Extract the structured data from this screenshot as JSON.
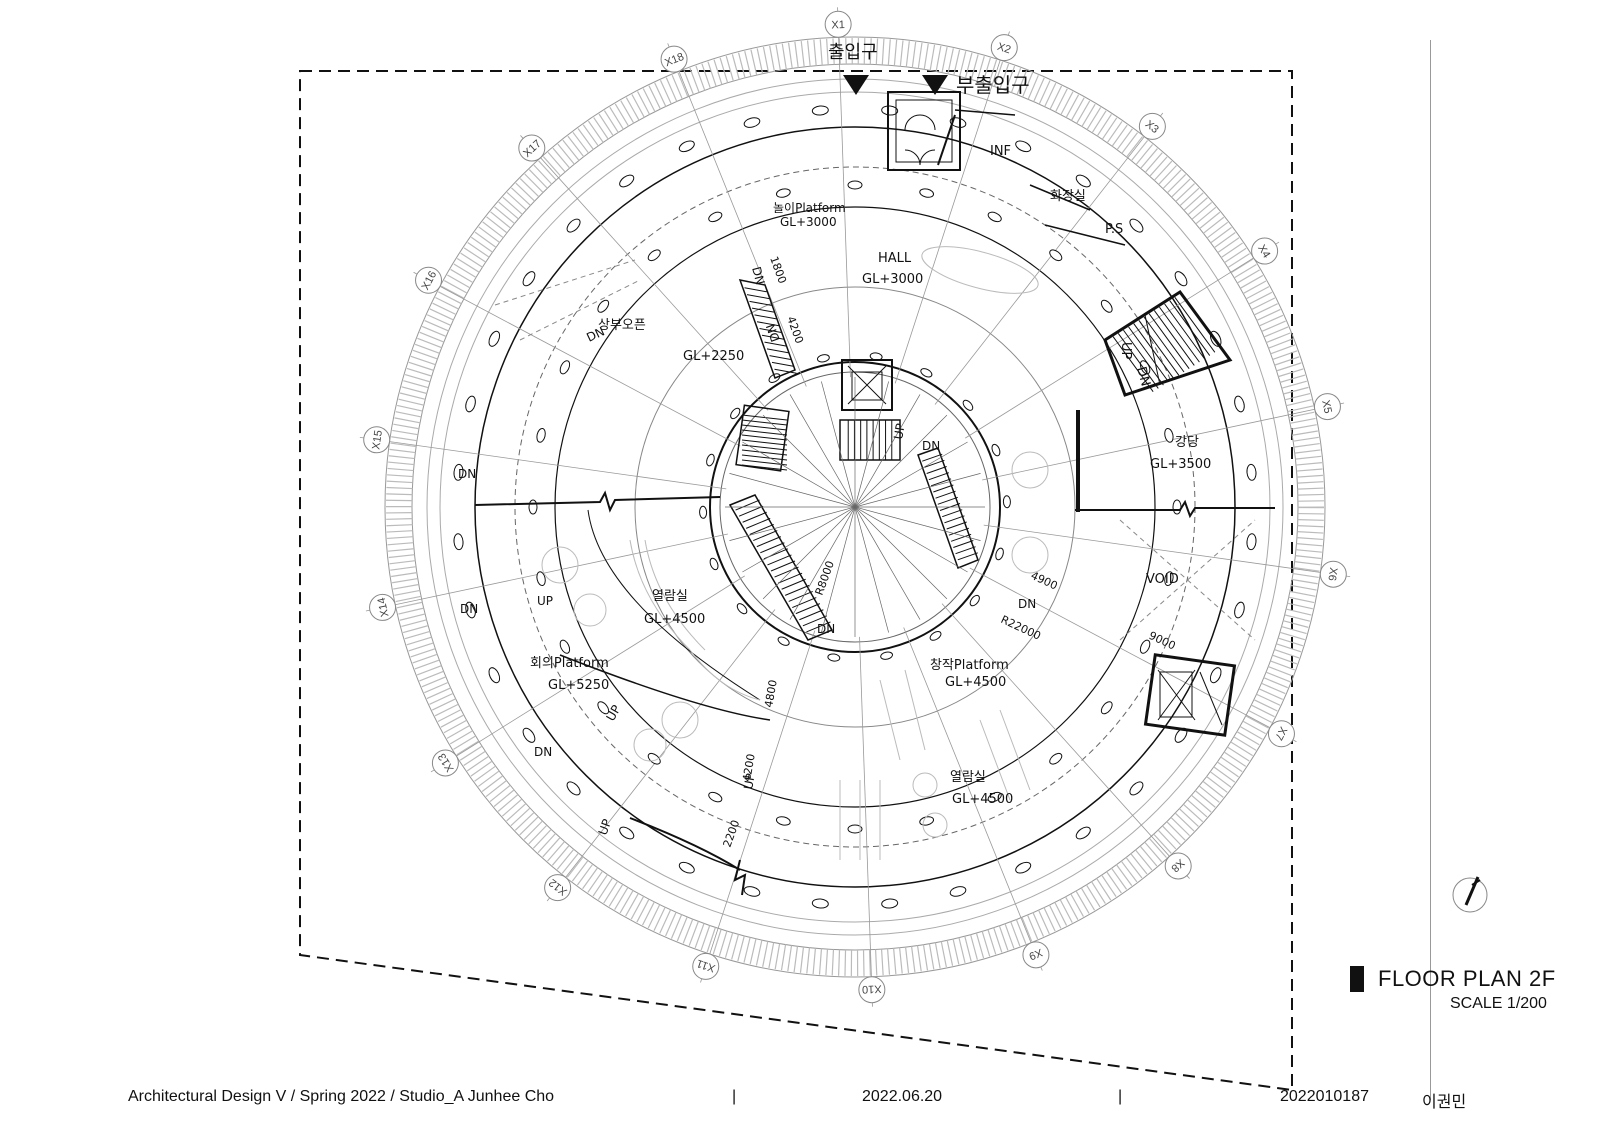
{
  "entrances": {
    "main": "출입구",
    "secondary": "부출입구"
  },
  "rooms": [
    {
      "id": "inf",
      "name": "INF",
      "level": ""
    },
    {
      "id": "restroom",
      "name": "화장실",
      "level": ""
    },
    {
      "id": "ps",
      "name": "P.S",
      "level": ""
    },
    {
      "id": "play-platform",
      "name": "놀이Platform",
      "level": "GL+3000"
    },
    {
      "id": "hall",
      "name": "HALL",
      "level": "GL+3000"
    },
    {
      "id": "upper-open",
      "name": "상부오픈",
      "level": ""
    },
    {
      "id": "lower-level",
      "name": "",
      "level": "GL+2250"
    },
    {
      "id": "auditorium",
      "name": "강당",
      "level": "GL+3500"
    },
    {
      "id": "void",
      "name": "VOID",
      "level": ""
    },
    {
      "id": "reading-room-1",
      "name": "열람실",
      "level": "GL+4500"
    },
    {
      "id": "meeting-platform",
      "name": "회의Platform",
      "level": "GL+5250"
    },
    {
      "id": "creative-platform",
      "name": "창작Platform",
      "level": "GL+4500"
    },
    {
      "id": "reading-room-2",
      "name": "열람실",
      "level": "GL+4500"
    }
  ],
  "stair_marks": {
    "up": "UP",
    "down": "DN"
  },
  "dimensions": {
    "d1800": "1800",
    "d4200a": "4200",
    "d4200b": "4200",
    "d4800": "4800",
    "d2200": "2200",
    "d4900": "4900",
    "d9000": "9000",
    "r8000": "R8000",
    "r22000": "R22000"
  },
  "grid_axes": [
    "X1",
    "X2",
    "X3",
    "X4",
    "X5",
    "X6",
    "X7",
    "X8",
    "X9",
    "X10",
    "X11",
    "X12",
    "X13",
    "X14",
    "X15",
    "X16",
    "X17",
    "X18"
  ],
  "title": {
    "main": "FLOOR PLAN 2F",
    "scale": "SCALE 1/200"
  },
  "footer": {
    "course": "Architectural Design V / Spring 2022 /  Studio_A Junhee Cho",
    "sep1": "|",
    "date": "2022.06.20",
    "sep2": "|",
    "student_id": "2022010187",
    "student_name": "이권민"
  },
  "colors": {
    "line": "#111111",
    "thin": "#888888",
    "faint": "#bbbbbb"
  },
  "icons": [
    "north-arrow-icon",
    "entrance-arrow-icon"
  ]
}
